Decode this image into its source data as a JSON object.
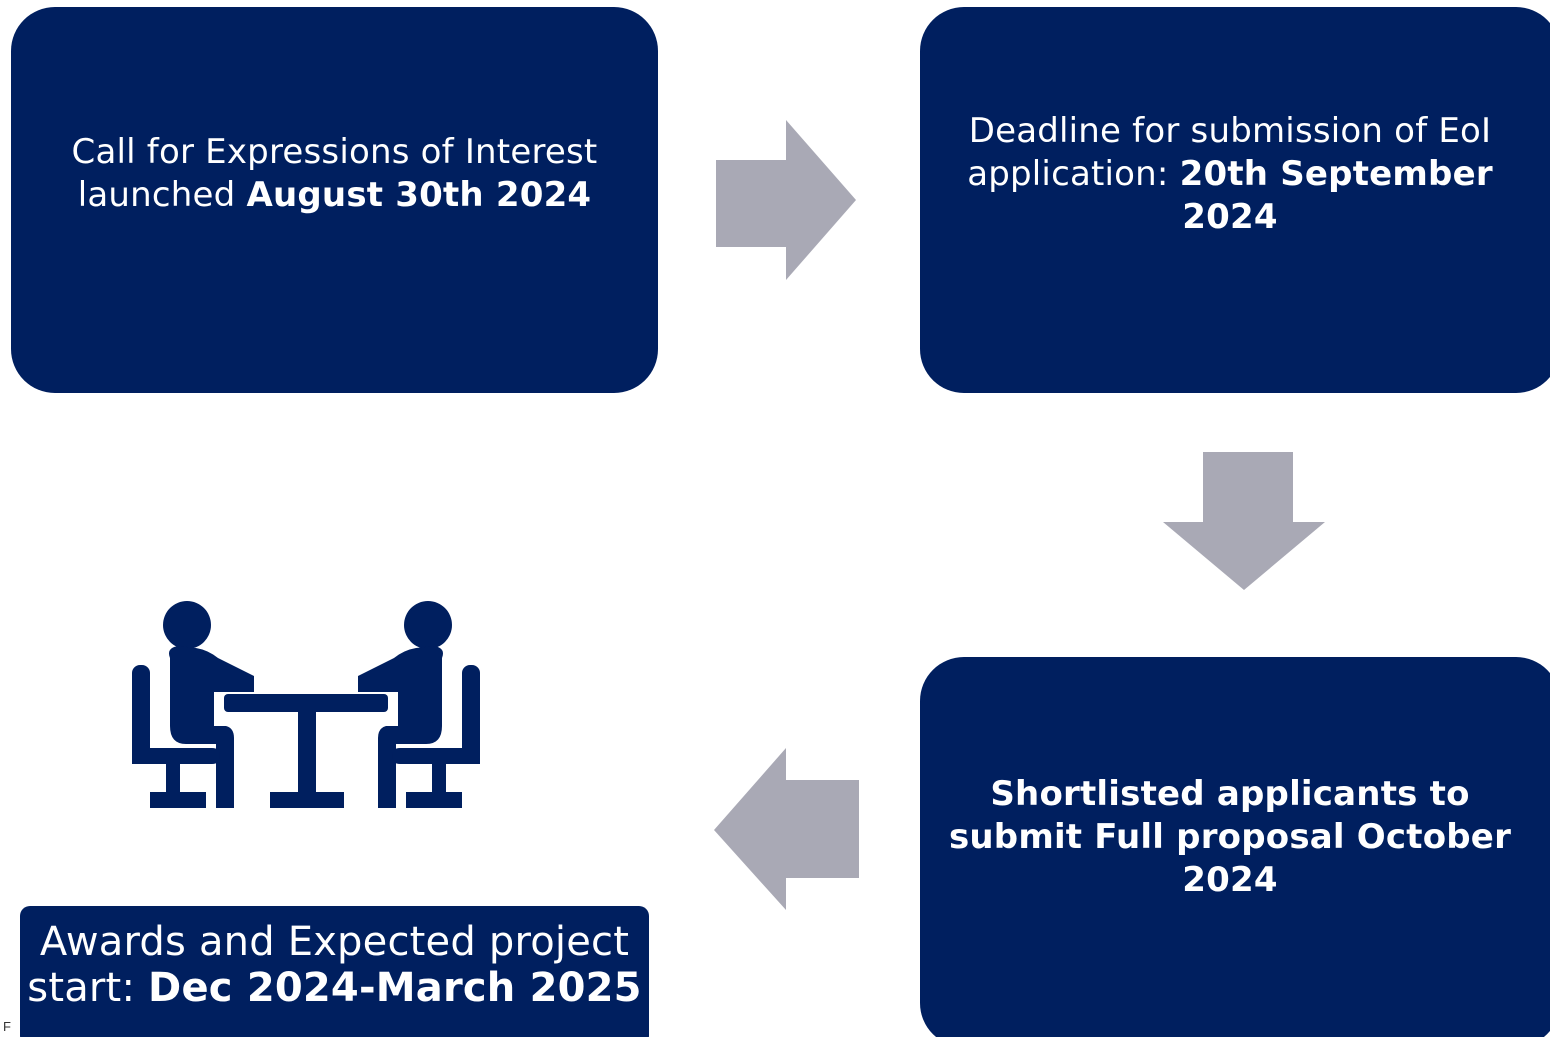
{
  "colors": {
    "box": "#001f5f",
    "arrow": "#a9a9b5",
    "icon": "#001f5f"
  },
  "steps": [
    {
      "text_before": "Call for Expressions of Interest launched ",
      "bold": "August 30th 2024",
      "text_after": ""
    },
    {
      "text_before": "Deadline for submission of EoI application: ",
      "bold": "20th September 2024",
      "text_after": ""
    },
    {
      "text_before": "",
      "bold": "Shortlisted applicants to submit Full proposal October 2024",
      "text_after": ""
    },
    {
      "text_before": "Awards and Expected project start: ",
      "bold": "Dec 2024-March 2025",
      "text_after": ""
    }
  ],
  "footnote": "F"
}
